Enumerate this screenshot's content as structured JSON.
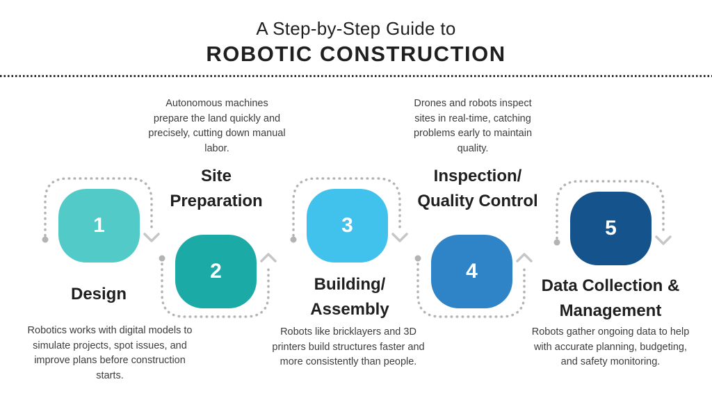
{
  "header": {
    "subtitle": "A Step-by-Step Guide to",
    "title": "ROBOTIC CONSTRUCTION"
  },
  "colors": {
    "step1": "#52cbc8",
    "step2": "#1caaa6",
    "step3": "#41c2ec",
    "step4": "#2f84c7",
    "step5": "#15538c",
    "arc_dots": "#b3b3b3",
    "arrow_chevron": "#c6c6c6",
    "title_text": "#1f1f1f",
    "body_text": "#3c3c3c"
  },
  "steps": [
    {
      "number": "1",
      "title_line1": "Design",
      "title_line2": "",
      "description": "Robotics works with digital models to simulate projects, spot issues, and improve plans before construction starts.",
      "color": "#52cbc8"
    },
    {
      "number": "2",
      "title_line1": "Site",
      "title_line2": "Preparation",
      "description": "Autonomous machines prepare the land quickly and precisely, cutting down manual labor.",
      "color": "#1caaa6"
    },
    {
      "number": "3",
      "title_line1": "Building/",
      "title_line2": "Assembly",
      "description": "Robots like bricklayers and 3D printers build structures faster and more consistently than people.",
      "color": "#41c2ec"
    },
    {
      "number": "4",
      "title_line1": "Inspection/",
      "title_line2": "Quality Control",
      "description": "Drones and robots inspect sites in real-time, catching problems early to maintain quality.",
      "color": "#2f84c7"
    },
    {
      "number": "5",
      "title_line1": "Data Collection &",
      "title_line2": "Management",
      "description": "Robots gather ongoing data to help with accurate planning, budgeting, and safety monitoring.",
      "color": "#15538c"
    }
  ]
}
